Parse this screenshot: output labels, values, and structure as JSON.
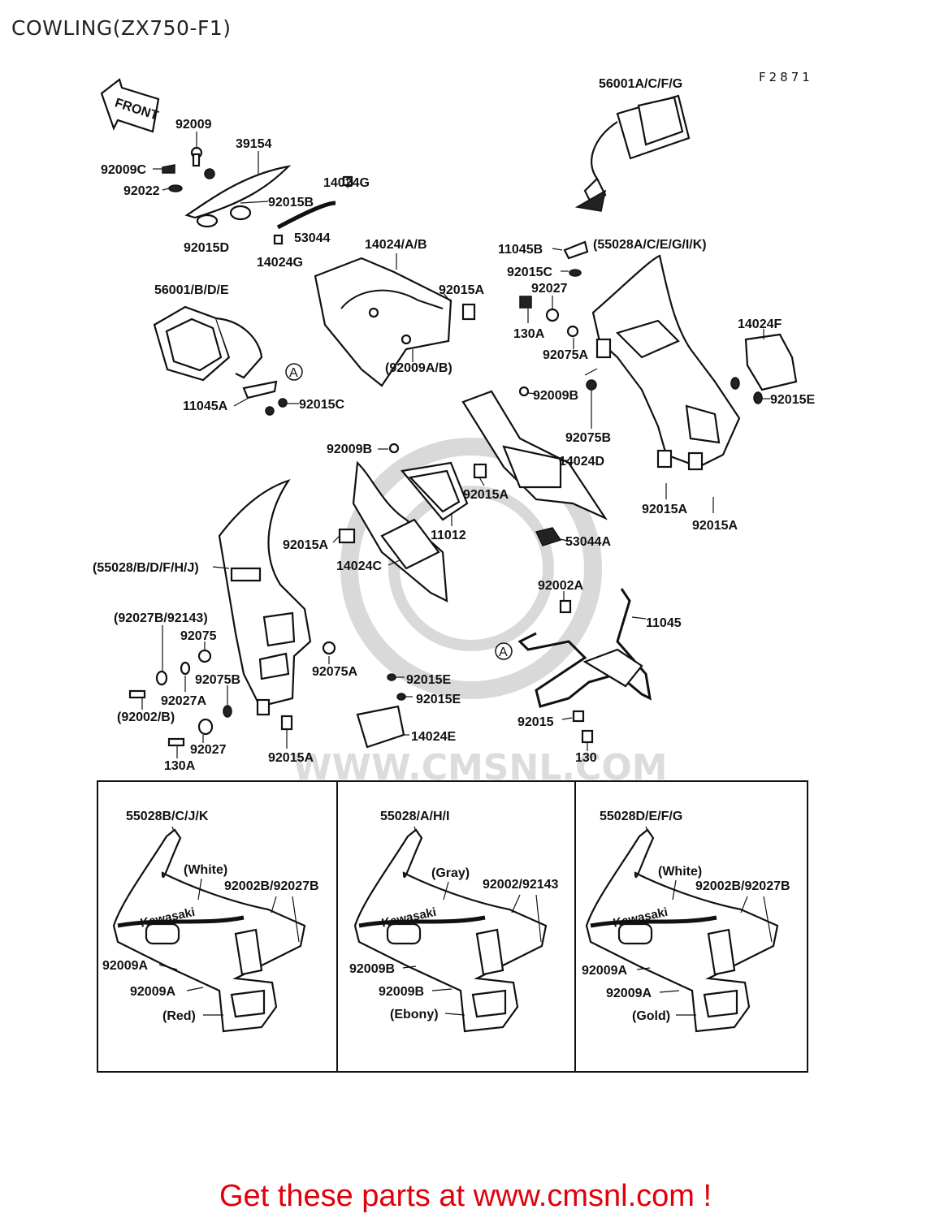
{
  "title": "COWLING(ZX750-F1)",
  "figure_code": "F2871",
  "front_arrow": "FRONT",
  "circle_marker": "A",
  "watermark": "WWW.CMSNL.COM",
  "footer": "Get these parts at www.cmsnl.com !",
  "labels": [
    "56001A/C/F/G",
    "92009",
    "39154",
    "92009C",
    "92022",
    "92015B",
    "14024G",
    "92015D",
    "53044",
    "14024G",
    "14024/A/B",
    "92015A",
    "56001/B/D/E",
    "(92009A/B)",
    "11045A",
    "92015C",
    "11045B",
    "(55028A/C/E/G/I/K)",
    "92015C",
    "92027",
    "130A",
    "92075A",
    "14024F",
    "92015E",
    "92009B",
    "92075B",
    "14024D",
    "92009B",
    "92015A",
    "11012",
    "92015A",
    "92015A",
    "92015A",
    "53044A",
    "(55028/B/D/F/H/J)",
    "14024C",
    "92002A",
    "11045",
    "(92027B/92143)",
    "92075",
    "92075A",
    "92075B",
    "92015E",
    "92015E",
    "92027A",
    "(92002/B)",
    "92015",
    "92027",
    "130A",
    "92015A",
    "14024E",
    "130"
  ],
  "variants": [
    {
      "code": "55028B/C/J/K",
      "top_color": "(White)",
      "fasteners": "92002B/92027B",
      "screw1": "92009A",
      "screw2": "92009A",
      "bottom_color": "(Red)",
      "brand": "Kawasaki"
    },
    {
      "code": "55028/A/H/I",
      "top_color": "(Gray)",
      "fasteners": "92002/92143",
      "screw1": "92009B",
      "screw2": "92009B",
      "bottom_color": "(Ebony)",
      "brand": "Kawasaki"
    },
    {
      "code": "55028D/E/F/G",
      "top_color": "(White)",
      "fasteners": "92002B/92027B",
      "screw1": "92009A",
      "screw2": "92009A",
      "bottom_color": "(Gold)",
      "brand": "Kawasaki"
    }
  ]
}
